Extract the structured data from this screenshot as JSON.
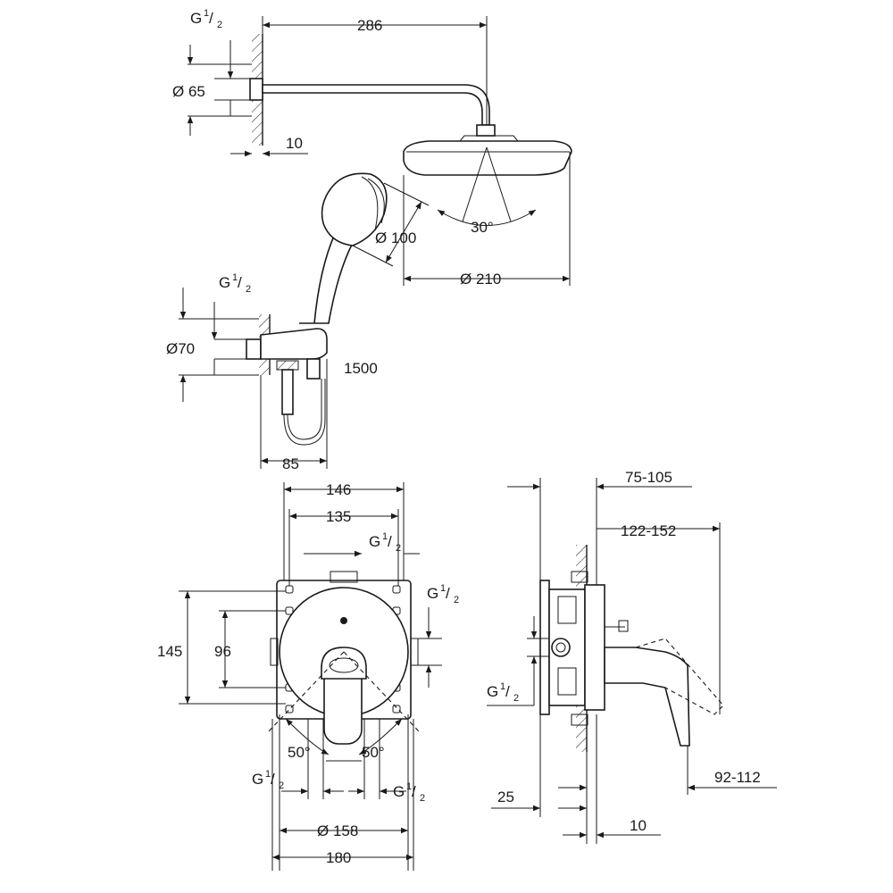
{
  "shower_head": {
    "arm_length": "286",
    "flange_diameter": "Ø 65",
    "thread": {
      "base": "G",
      "num": "1",
      "den": "2"
    },
    "wall_gap": "10",
    "spray_angle": "30°",
    "head_diameter": "Ø 210"
  },
  "hand_shower": {
    "diameter": "Ø 100",
    "outlet_diameter": "Ø70",
    "thread": {
      "base": "G",
      "num": "1",
      "den": "2"
    },
    "hose_length": "1500",
    "projection": "85"
  },
  "mixer_front": {
    "outer_width": "146",
    "inner_width": "135",
    "height": "145",
    "inner_height": "96",
    "thread_top": {
      "base": "G",
      "num": "1",
      "den": "2"
    },
    "thread_right": {
      "base": "G",
      "num": "1",
      "den": "2"
    },
    "thread_bottom_left": {
      "base": "G",
      "num": "1",
      "den": "2"
    },
    "thread_bottom_right": {
      "base": "G",
      "num": "1",
      "den": "2"
    },
    "angle_left": "50°",
    "angle_right": "50°",
    "plate_diameter": "Ø 158",
    "plate_width": "180"
  },
  "mixer_side": {
    "depth_range_1": "75-105",
    "depth_range_2": "122-152",
    "thread": {
      "base": "G",
      "num": "1",
      "den": "2"
    },
    "lever_depth": "92-112",
    "inset": "25",
    "wall_gap": "10"
  }
}
